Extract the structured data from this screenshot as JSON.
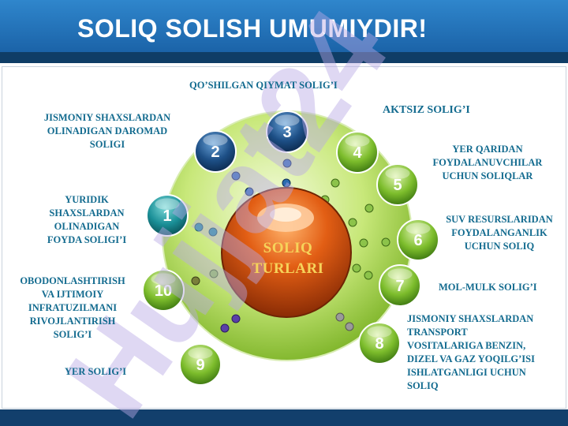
{
  "header": {
    "title": "SOLIQ SOLISH UMUMIYDIR!"
  },
  "watermark": {
    "text": "Hujjat24"
  },
  "center": {
    "line1": "SOLIQ",
    "line2": "TURLARI"
  },
  "nodes": [
    "1",
    "2",
    "3",
    "4",
    "5",
    "6",
    "7",
    "8",
    "9",
    "10"
  ],
  "labels": {
    "qqs": "QO’SHILGAN QIYMAT SOLIG’I",
    "aktsiz": "AKTSIZ SOLIG’I",
    "jismoniy_daromad": [
      "JISMONIY SHAXSLARDAN",
      "OLINADIGAN DAROMAD",
      "SOLIGI"
    ],
    "yer_qaridan": [
      "YER QARIDAN",
      "FOYDALANUVCHILAR",
      "UCHUN SOLIQLAR"
    ],
    "yuridik": [
      "YURIDIK",
      "SHAXSLARDAN",
      "OLINADIGAN",
      "FOYDA SOLIGI’I"
    ],
    "suv": [
      "SUV RESURSLARIDAN",
      "FOYDALANGANLIK",
      "UCHUN SOLIQ"
    ],
    "obodonlashtirish": [
      "OBODONLASHTIRISH",
      "VA IJTIMOIY",
      "INFRATUZILMANI",
      "RIVOJLANTIRISH",
      "SOLIG’I"
    ],
    "mol_mulk": "MOL-MULK SOLIG’I",
    "transport": [
      "JISMONIY SHAXSLARDAN",
      "TRANSPORT",
      "VOSITALARIGA BENZIN,",
      "DIZEL VA GAZ YOQILG’ISI",
      "ISHLATGANLIGI UCHUN",
      "SOLIQ"
    ],
    "yer": "YER SOLIG’I"
  },
  "colors": {
    "header": "#1f6fb6",
    "stripe": "#0f3d66",
    "label_text": "#136b8f",
    "center_text": "#f6d35a",
    "green_ring": "#9ccc3c",
    "blue_node": "#1d4f86",
    "teal_node": "#1a8f97",
    "green_node": "#7dbd2c",
    "orange_center": "#e05a12"
  }
}
